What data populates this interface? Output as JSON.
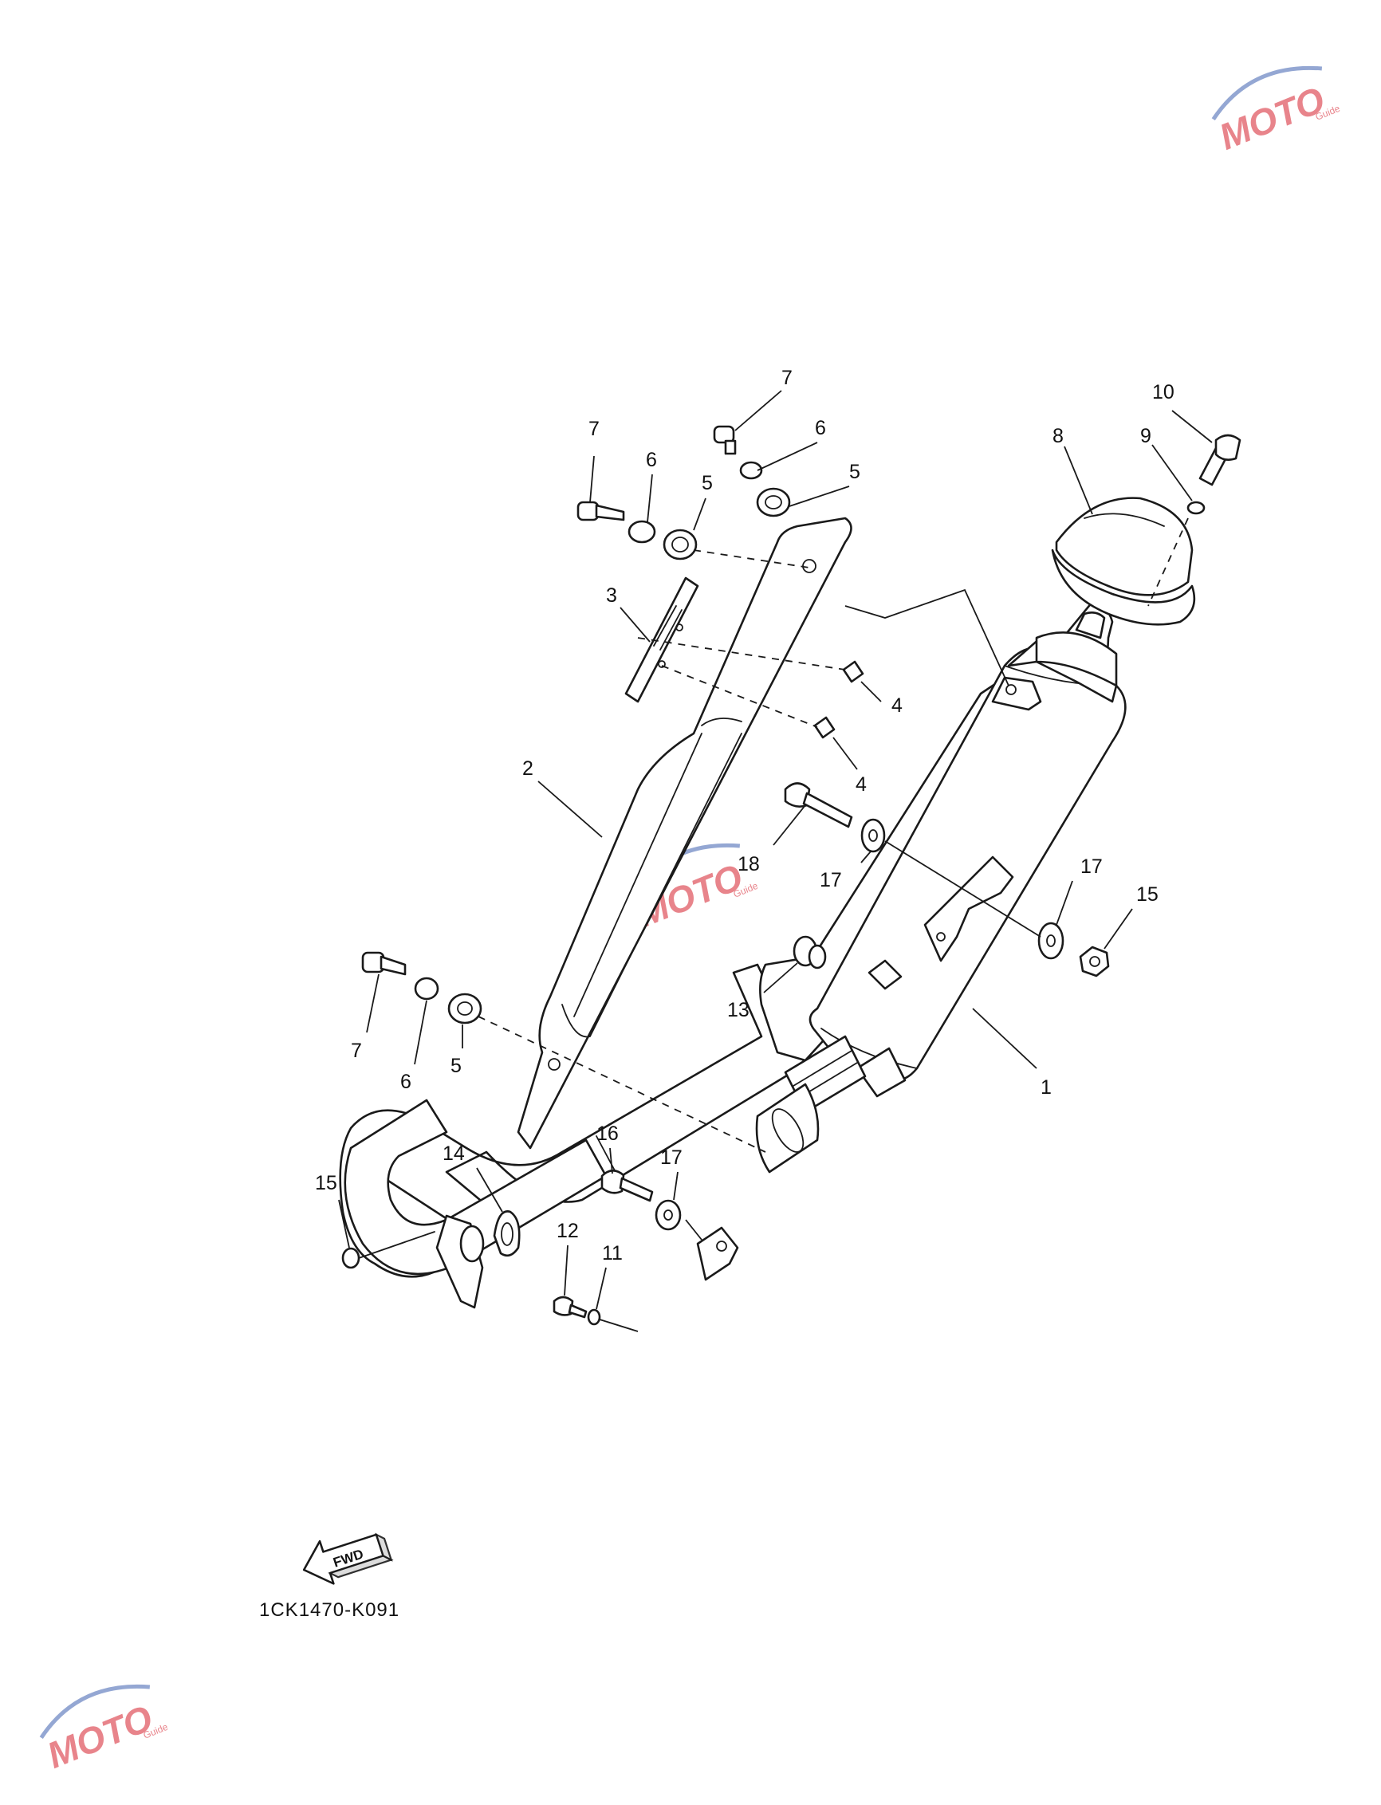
{
  "diagram": {
    "code": "1CK1470-K091",
    "fwd_label": "FWD",
    "callouts": [
      {
        "id": "c1",
        "text": "1"
      },
      {
        "id": "c2",
        "text": "2"
      },
      {
        "id": "c3",
        "text": "3"
      },
      {
        "id": "c4a",
        "text": "4"
      },
      {
        "id": "c4b",
        "text": "4"
      },
      {
        "id": "c5a",
        "text": "5"
      },
      {
        "id": "c5b",
        "text": "5"
      },
      {
        "id": "c5c",
        "text": "5"
      },
      {
        "id": "c6a",
        "text": "6"
      },
      {
        "id": "c6b",
        "text": "6"
      },
      {
        "id": "c6c",
        "text": "6"
      },
      {
        "id": "c7a",
        "text": "7"
      },
      {
        "id": "c7b",
        "text": "7"
      },
      {
        "id": "c7c",
        "text": "7"
      },
      {
        "id": "c8",
        "text": "8"
      },
      {
        "id": "c9",
        "text": "9"
      },
      {
        "id": "c10",
        "text": "10"
      },
      {
        "id": "c11",
        "text": "11"
      },
      {
        "id": "c12",
        "text": "12"
      },
      {
        "id": "c13",
        "text": "13"
      },
      {
        "id": "c14",
        "text": "14"
      },
      {
        "id": "c15a",
        "text": "15"
      },
      {
        "id": "c15b",
        "text": "15"
      },
      {
        "id": "c16",
        "text": "16"
      },
      {
        "id": "c17a",
        "text": "17"
      },
      {
        "id": "c17b",
        "text": "17"
      },
      {
        "id": "c17c",
        "text": "17"
      },
      {
        "id": "c18",
        "text": "18"
      }
    ]
  },
  "watermark": {
    "logo_text": "MOTO",
    "sub_text": "Guide",
    "accent_color": "#d6202e"
  }
}
